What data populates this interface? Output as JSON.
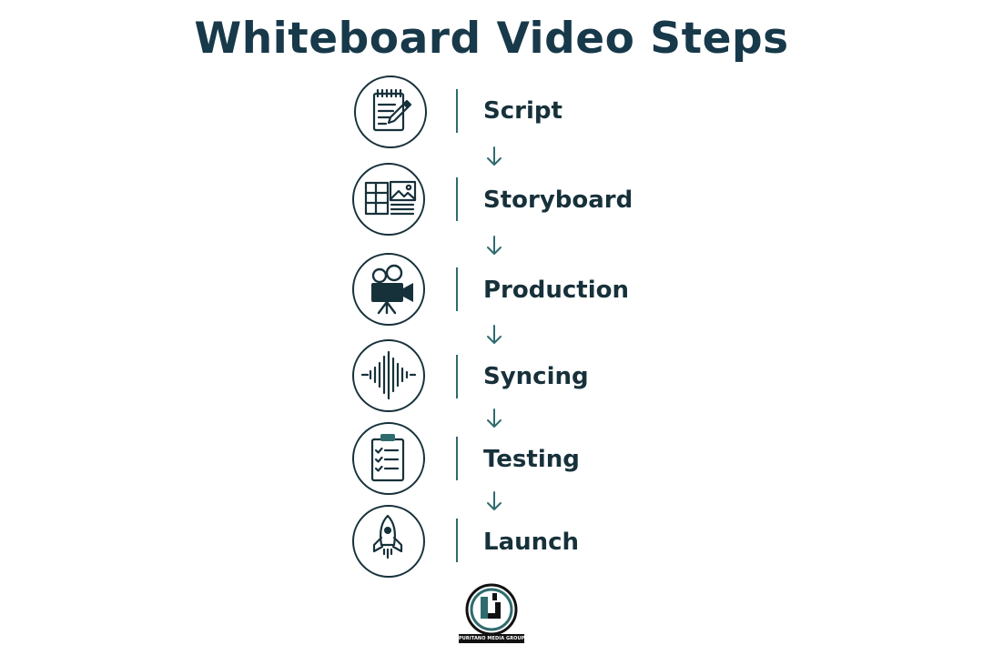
{
  "title": "Whiteboard Video Steps",
  "steps": [
    {
      "label": "Script",
      "icon": "notepad-pencil-icon"
    },
    {
      "label": "Storyboard",
      "icon": "storyboard-icon"
    },
    {
      "label": "Production",
      "icon": "video-camera-icon"
    },
    {
      "label": "Syncing",
      "icon": "sound-wave-icon"
    },
    {
      "label": "Testing",
      "icon": "checklist-clipboard-icon"
    },
    {
      "label": "Launch",
      "icon": "rocket-icon"
    }
  ],
  "arrow_glyph": "down-arrow-icon",
  "logo": {
    "text": "PURITANO MEDIA GROUP",
    "icon": "logo-icon"
  },
  "colors": {
    "ink": "#17313b",
    "title": "#17394a",
    "accent": "#2f6b6e",
    "arrow": "#2f6b6e"
  }
}
